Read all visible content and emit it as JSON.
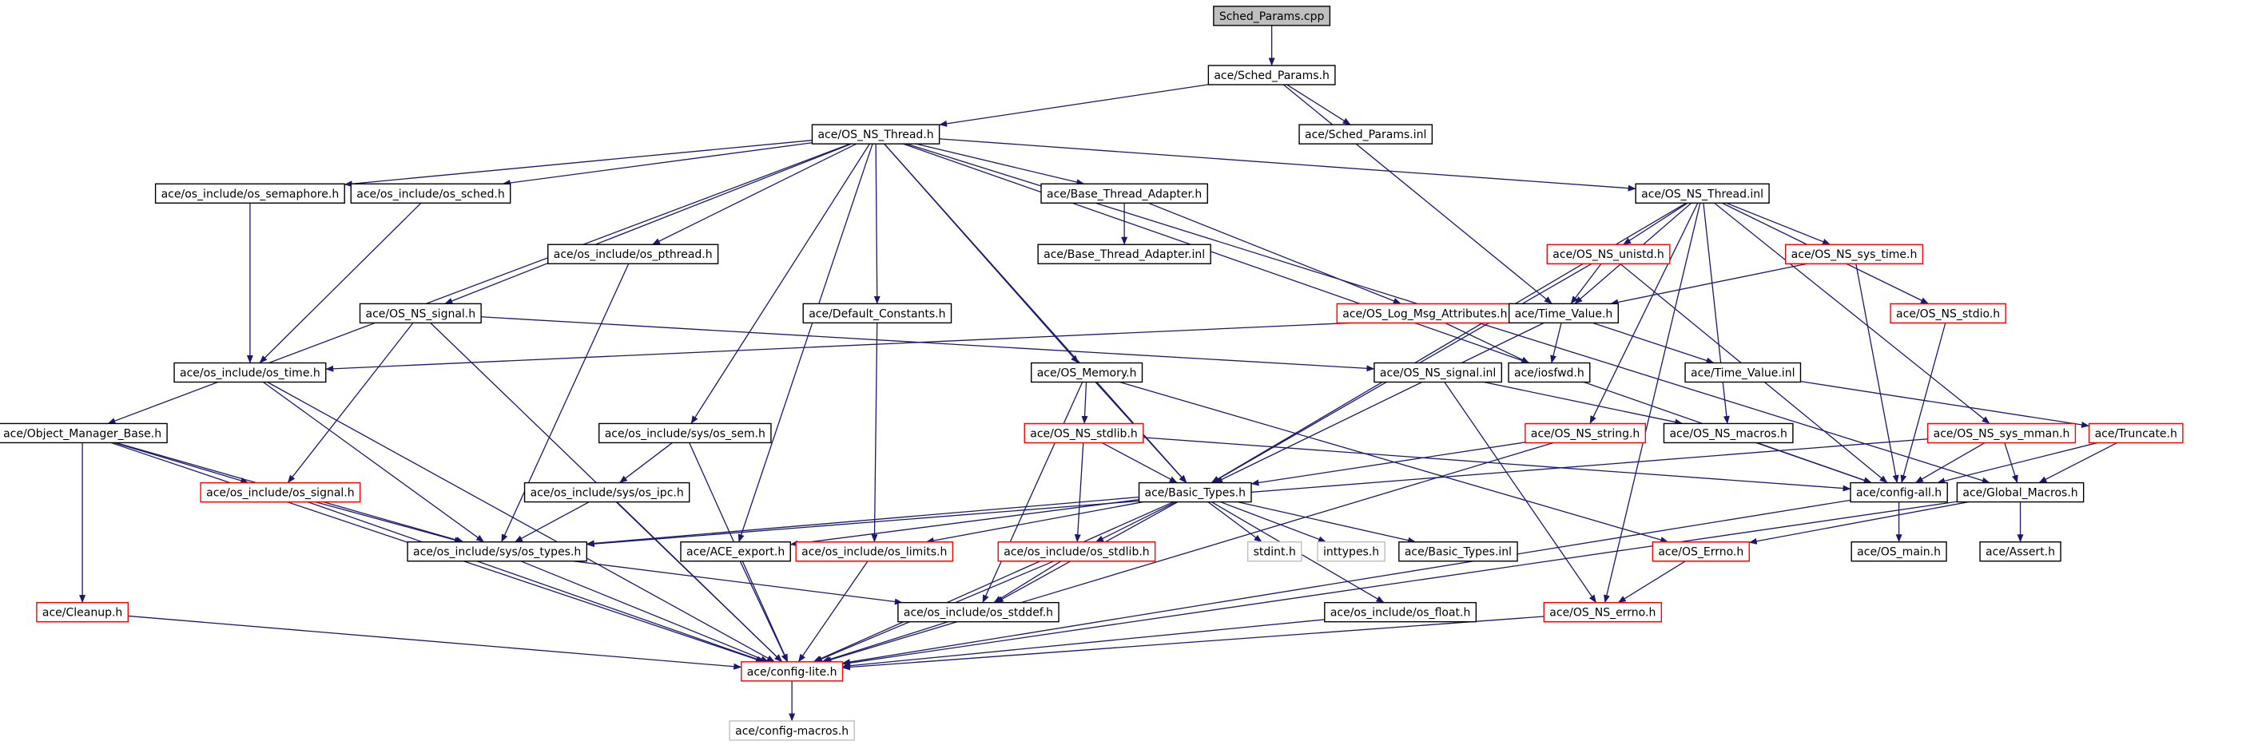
{
  "colors": {
    "background": "#ffffff",
    "edge": "#191970",
    "arrowhead": "#191970",
    "border_normal": "#000000",
    "border_truncated": "#ff0000",
    "border_external": "#bfbfbf",
    "root_fill": "#bfbfbf",
    "node_fill": "#ffffff",
    "text": "#000000"
  },
  "nodes": [
    {
      "id": "sched_params_cpp",
      "label": "Sched_Params.cpp",
      "kind": "root"
    },
    {
      "id": "sched_params_h",
      "label": "ace/Sched_Params.h",
      "kind": "normal"
    },
    {
      "id": "os_ns_thread_h",
      "label": "ace/OS_NS_Thread.h",
      "kind": "normal"
    },
    {
      "id": "sched_params_inl",
      "label": "ace/Sched_Params.inl",
      "kind": "normal"
    },
    {
      "id": "os_semaphore_h",
      "label": "ace/os_include/os_semaphore.h",
      "kind": "normal"
    },
    {
      "id": "os_sched_h",
      "label": "ace/os_include/os_sched.h",
      "kind": "normal"
    },
    {
      "id": "base_thread_adapter_h",
      "label": "ace/Base_Thread_Adapter.h",
      "kind": "normal"
    },
    {
      "id": "os_ns_thread_inl",
      "label": "ace/OS_NS_Thread.inl",
      "kind": "normal"
    },
    {
      "id": "os_pthread_h",
      "label": "ace/os_include/os_pthread.h",
      "kind": "normal"
    },
    {
      "id": "base_thread_adapter_inl",
      "label": "ace/Base_Thread_Adapter.inl",
      "kind": "normal"
    },
    {
      "id": "os_ns_unistd_h",
      "label": "ace/OS_NS_unistd.h",
      "kind": "truncated"
    },
    {
      "id": "os_ns_sys_time_h",
      "label": "ace/OS_NS_sys_time.h",
      "kind": "truncated"
    },
    {
      "id": "os_ns_signal_h",
      "label": "ace/OS_NS_signal.h",
      "kind": "normal"
    },
    {
      "id": "default_constants_h",
      "label": "ace/Default_Constants.h",
      "kind": "normal"
    },
    {
      "id": "os_log_msg_attributes_h",
      "label": "ace/OS_Log_Msg_Attributes.h",
      "kind": "truncated"
    },
    {
      "id": "time_value_h",
      "label": "ace/Time_Value.h",
      "kind": "normal"
    },
    {
      "id": "os_ns_stdio_h",
      "label": "ace/OS_NS_stdio.h",
      "kind": "truncated"
    },
    {
      "id": "os_time_h",
      "label": "ace/os_include/os_time.h",
      "kind": "normal"
    },
    {
      "id": "os_memory_h",
      "label": "ace/OS_Memory.h",
      "kind": "normal"
    },
    {
      "id": "os_ns_signal_inl",
      "label": "ace/OS_NS_signal.inl",
      "kind": "normal"
    },
    {
      "id": "iosfwd_h",
      "label": "ace/iosfwd.h",
      "kind": "normal"
    },
    {
      "id": "time_value_inl",
      "label": "ace/Time_Value.inl",
      "kind": "normal"
    },
    {
      "id": "object_manager_base_h",
      "label": "ace/Object_Manager_Base.h",
      "kind": "normal"
    },
    {
      "id": "os_sem_h",
      "label": "ace/os_include/sys/os_sem.h",
      "kind": "normal"
    },
    {
      "id": "os_ns_stdlib_h",
      "label": "ace/OS_NS_stdlib.h",
      "kind": "truncated"
    },
    {
      "id": "os_ns_string_h",
      "label": "ace/OS_NS_string.h",
      "kind": "truncated"
    },
    {
      "id": "os_ns_macros_h",
      "label": "ace/OS_NS_macros.h",
      "kind": "normal"
    },
    {
      "id": "os_ns_sys_mman_h",
      "label": "ace/OS_NS_sys_mman.h",
      "kind": "truncated"
    },
    {
      "id": "truncate_h",
      "label": "ace/Truncate.h",
      "kind": "truncated"
    },
    {
      "id": "os_signal_h",
      "label": "ace/os_include/os_signal.h",
      "kind": "truncated"
    },
    {
      "id": "os_ipc_h",
      "label": "ace/os_include/sys/os_ipc.h",
      "kind": "normal"
    },
    {
      "id": "basic_types_h",
      "label": "ace/Basic_Types.h",
      "kind": "normal"
    },
    {
      "id": "config_all_h",
      "label": "ace/config-all.h",
      "kind": "normal"
    },
    {
      "id": "global_macros_h",
      "label": "ace/Global_Macros.h",
      "kind": "normal"
    },
    {
      "id": "os_types_h",
      "label": "ace/os_include/sys/os_types.h",
      "kind": "normal"
    },
    {
      "id": "ace_export_h",
      "label": "ace/ACE_export.h",
      "kind": "normal"
    },
    {
      "id": "os_limits_h",
      "label": "ace/os_include/os_limits.h",
      "kind": "truncated"
    },
    {
      "id": "os_stdlib_h",
      "label": "ace/os_include/os_stdlib.h",
      "kind": "truncated"
    },
    {
      "id": "stdint_h",
      "label": "stdint.h",
      "kind": "external"
    },
    {
      "id": "inttypes_h",
      "label": "inttypes.h",
      "kind": "external"
    },
    {
      "id": "basic_types_inl",
      "label": "ace/Basic_Types.inl",
      "kind": "normal"
    },
    {
      "id": "os_errno_h",
      "label": "ace/OS_Errno.h",
      "kind": "truncated"
    },
    {
      "id": "os_main_h",
      "label": "ace/OS_main.h",
      "kind": "normal"
    },
    {
      "id": "assert_h",
      "label": "ace/Assert.h",
      "kind": "normal"
    },
    {
      "id": "cleanup_h",
      "label": "ace/Cleanup.h",
      "kind": "truncated"
    },
    {
      "id": "os_stddef_h",
      "label": "ace/os_include/os_stddef.h",
      "kind": "normal"
    },
    {
      "id": "os_float_h",
      "label": "ace/os_include/os_float.h",
      "kind": "normal"
    },
    {
      "id": "os_ns_errno_h",
      "label": "ace/OS_NS_errno.h",
      "kind": "truncated"
    },
    {
      "id": "config_lite_h",
      "label": "ace/config-lite.h",
      "kind": "truncated"
    },
    {
      "id": "config_macros_h",
      "label": "ace/config-macros.h",
      "kind": "external"
    }
  ],
  "edges": [
    [
      "sched_params_cpp",
      "sched_params_h"
    ],
    [
      "sched_params_h",
      "os_ns_thread_h"
    ],
    [
      "sched_params_h",
      "sched_params_inl"
    ],
    [
      "sched_params_h",
      "time_value_h"
    ],
    [
      "os_ns_thread_h",
      "os_semaphore_h"
    ],
    [
      "os_ns_thread_h",
      "os_sched_h"
    ],
    [
      "os_ns_thread_h",
      "base_thread_adapter_h"
    ],
    [
      "os_ns_thread_h",
      "os_ns_thread_inl"
    ],
    [
      "os_ns_thread_h",
      "os_pthread_h"
    ],
    [
      "os_ns_thread_h",
      "os_ns_signal_h"
    ],
    [
      "os_ns_thread_h",
      "default_constants_h"
    ],
    [
      "os_ns_thread_h",
      "os_memory_h"
    ],
    [
      "os_ns_thread_h",
      "object_manager_base_h"
    ],
    [
      "os_ns_thread_h",
      "os_sem_h"
    ],
    [
      "os_ns_thread_h",
      "basic_types_h"
    ],
    [
      "os_ns_thread_h",
      "ace_export_h"
    ],
    [
      "os_ns_thread_h",
      "config_all_h"
    ],
    [
      "os_ns_thread_h",
      "global_macros_h"
    ],
    [
      "os_semaphore_h",
      "os_time_h"
    ],
    [
      "os_sched_h",
      "os_time_h"
    ],
    [
      "os_pthread_h",
      "os_types_h"
    ],
    [
      "base_thread_adapter_h",
      "base_thread_adapter_inl"
    ],
    [
      "base_thread_adapter_h",
      "os_log_msg_attributes_h"
    ],
    [
      "os_ns_thread_inl",
      "os_ns_unistd_h"
    ],
    [
      "os_ns_thread_inl",
      "os_ns_sys_time_h"
    ],
    [
      "os_ns_thread_inl",
      "os_ns_stdio_h"
    ],
    [
      "os_ns_thread_inl",
      "time_value_h"
    ],
    [
      "os_ns_thread_inl",
      "os_ns_string_h"
    ],
    [
      "os_ns_thread_inl",
      "os_ns_macros_h"
    ],
    [
      "os_ns_thread_inl",
      "os_ns_sys_mman_h"
    ],
    [
      "os_ns_thread_inl",
      "basic_types_h"
    ],
    [
      "os_ns_thread_inl",
      "os_ns_errno_h"
    ],
    [
      "os_ns_unistd_h",
      "time_value_h"
    ],
    [
      "os_ns_unistd_h",
      "basic_types_h"
    ],
    [
      "os_ns_unistd_h",
      "config_all_h"
    ],
    [
      "os_ns_sys_time_h",
      "time_value_h"
    ],
    [
      "os_ns_sys_time_h",
      "config_all_h"
    ],
    [
      "os_ns_stdio_h",
      "config_all_h"
    ],
    [
      "os_log_msg_attributes_h",
      "iosfwd_h"
    ],
    [
      "time_value_h",
      "iosfwd_h"
    ],
    [
      "time_value_h",
      "time_value_inl"
    ],
    [
      "time_value_h",
      "os_time_h"
    ],
    [
      "time_value_h",
      "basic_types_h"
    ],
    [
      "time_value_inl",
      "truncate_h"
    ],
    [
      "os_ns_signal_h",
      "os_ns_signal_inl"
    ],
    [
      "os_ns_signal_h",
      "os_signal_h"
    ],
    [
      "os_ns_signal_h",
      "config_lite_h"
    ],
    [
      "os_ns_signal_inl",
      "os_ns_macros_h"
    ],
    [
      "os_ns_signal_inl",
      "os_ns_errno_h"
    ],
    [
      "default_constants_h",
      "os_limits_h"
    ],
    [
      "os_memory_h",
      "os_ns_stdlib_h"
    ],
    [
      "os_memory_h",
      "basic_types_h"
    ],
    [
      "os_memory_h",
      "os_stddef_h"
    ],
    [
      "os_memory_h",
      "os_errno_h"
    ],
    [
      "os_time_h",
      "os_types_h"
    ],
    [
      "os_time_h",
      "config_lite_h"
    ],
    [
      "object_manager_base_h",
      "os_signal_h"
    ],
    [
      "object_manager_base_h",
      "os_types_h"
    ],
    [
      "object_manager_base_h",
      "cleanup_h"
    ],
    [
      "object_manager_base_h",
      "config_lite_h"
    ],
    [
      "os_sem_h",
      "os_ipc_h"
    ],
    [
      "os_sem_h",
      "config_lite_h"
    ],
    [
      "os_ipc_h",
      "os_types_h"
    ],
    [
      "os_ipc_h",
      "config_lite_h"
    ],
    [
      "os_signal_h",
      "os_types_h"
    ],
    [
      "os_signal_h",
      "config_lite_h"
    ],
    [
      "os_ns_stdlib_h",
      "basic_types_h"
    ],
    [
      "os_ns_stdlib_h",
      "os_stdlib_h"
    ],
    [
      "os_ns_stdlib_h",
      "config_all_h"
    ],
    [
      "os_ns_string_h",
      "basic_types_h"
    ],
    [
      "os_ns_string_h",
      "config_lite_h"
    ],
    [
      "os_ns_macros_h",
      "config_all_h"
    ],
    [
      "os_ns_sys_mman_h",
      "config_all_h"
    ],
    [
      "os_ns_sys_mman_h",
      "global_macros_h"
    ],
    [
      "os_ns_sys_mman_h",
      "os_types_h"
    ],
    [
      "truncate_h",
      "config_all_h"
    ],
    [
      "truncate_h",
      "global_macros_h"
    ],
    [
      "basic_types_h",
      "os_types_h"
    ],
    [
      "basic_types_h",
      "ace_export_h"
    ],
    [
      "basic_types_h",
      "os_limits_h"
    ],
    [
      "basic_types_h",
      "os_stdlib_h"
    ],
    [
      "basic_types_h",
      "stdint_h"
    ],
    [
      "basic_types_h",
      "inttypes_h"
    ],
    [
      "basic_types_h",
      "basic_types_inl"
    ],
    [
      "basic_types_h",
      "os_stddef_h"
    ],
    [
      "basic_types_h",
      "os_float_h"
    ],
    [
      "basic_types_h",
      "config_lite_h"
    ],
    [
      "config_all_h",
      "os_main_h"
    ],
    [
      "config_all_h",
      "config_lite_h"
    ],
    [
      "global_macros_h",
      "os_errno_h"
    ],
    [
      "global_macros_h",
      "assert_h"
    ],
    [
      "global_macros_h",
      "config_lite_h"
    ],
    [
      "os_types_h",
      "os_stddef_h"
    ],
    [
      "os_types_h",
      "config_lite_h"
    ],
    [
      "ace_export_h",
      "config_lite_h"
    ],
    [
      "os_limits_h",
      "config_lite_h"
    ],
    [
      "os_stdlib_h",
      "os_stddef_h"
    ],
    [
      "os_stdlib_h",
      "config_lite_h"
    ],
    [
      "os_errno_h",
      "os_ns_errno_h"
    ],
    [
      "cleanup_h",
      "config_lite_h"
    ],
    [
      "os_stddef_h",
      "config_lite_h"
    ],
    [
      "os_float_h",
      "config_lite_h"
    ],
    [
      "os_ns_errno_h",
      "config_lite_h"
    ],
    [
      "config_lite_h",
      "config_macros_h"
    ]
  ]
}
